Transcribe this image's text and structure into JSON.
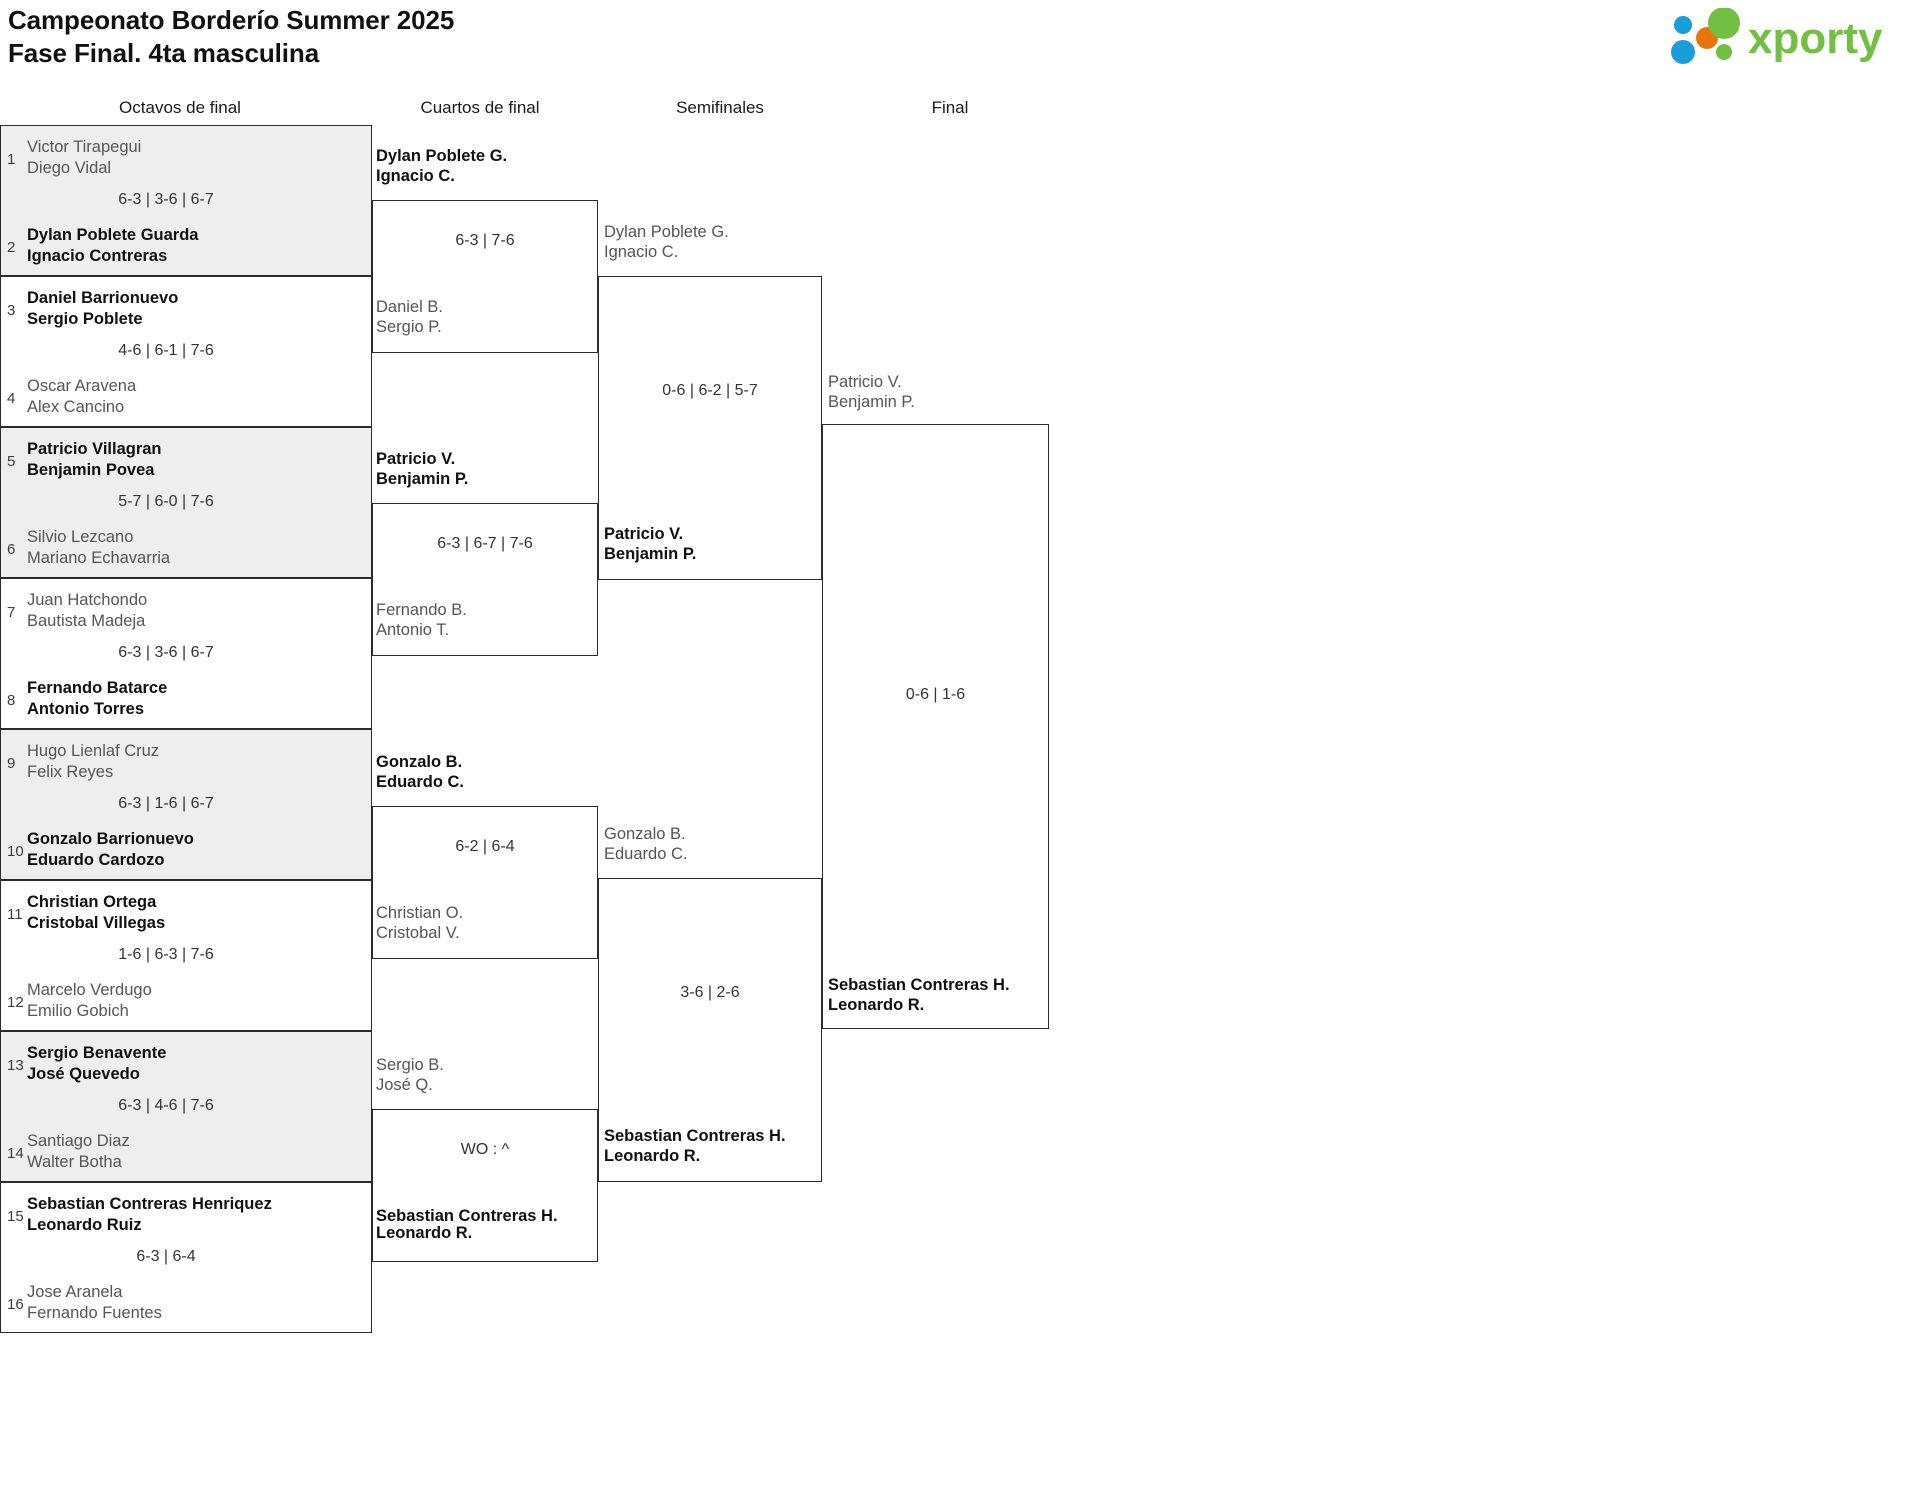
{
  "header": {
    "title_line1": "Campeonato Borderío Summer 2025",
    "title_line2": "Fase Final. 4ta masculina",
    "logo_text": "xporty",
    "logo_colors": {
      "green": "#72bf44",
      "blue": "#1b9dd9",
      "orange": "#e8740c"
    }
  },
  "rounds": [
    {
      "label": "Octavos de final"
    },
    {
      "label": "Cuartos de final"
    },
    {
      "label": "Semifinales"
    },
    {
      "label": "Final"
    }
  ],
  "round_of_16": [
    {
      "score": "6-3 | 3-6 | 6-7",
      "top": {
        "seed": "1",
        "p1": "Victor Tirapegui",
        "p2": "Diego Vidal",
        "winner": false
      },
      "bottom": {
        "seed": "2",
        "p1": "Dylan Poblete Guarda",
        "p2": "Ignacio Contreras",
        "winner": true
      }
    },
    {
      "score": "4-6 | 6-1 | 7-6",
      "top": {
        "seed": "3",
        "p1": "Daniel Barrionuevo",
        "p2": "Sergio Poblete",
        "winner": true
      },
      "bottom": {
        "seed": "4",
        "p1": "Oscar Aravena",
        "p2": "Alex Cancino",
        "winner": false
      }
    },
    {
      "score": "5-7 | 6-0 | 7-6",
      "top": {
        "seed": "5",
        "p1": "Patricio Villagran",
        "p2": "Benjamin Povea",
        "winner": true
      },
      "bottom": {
        "seed": "6",
        "p1": "Silvio Lezcano",
        "p2": "Mariano Echavarria",
        "winner": false
      }
    },
    {
      "score": "6-3 | 3-6 | 6-7",
      "top": {
        "seed": "7",
        "p1": "Juan Hatchondo",
        "p2": "Bautista Madeja",
        "winner": false
      },
      "bottom": {
        "seed": "8",
        "p1": "Fernando Batarce",
        "p2": "Antonio Torres",
        "winner": true
      }
    },
    {
      "score": "6-3 | 1-6 | 6-7",
      "top": {
        "seed": "9",
        "p1": "Hugo Lienlaf Cruz",
        "p2": "Felix Reyes",
        "winner": false
      },
      "bottom": {
        "seed": "10",
        "p1": "Gonzalo Barrionuevo",
        "p2": "Eduardo Cardozo",
        "winner": true
      }
    },
    {
      "score": "1-6 | 6-3 | 7-6",
      "top": {
        "seed": "11",
        "p1": "Christian Ortega",
        "p2": "Cristobal Villegas",
        "winner": true
      },
      "bottom": {
        "seed": "12",
        "p1": "Marcelo Verdugo",
        "p2": "Emilio Gobich",
        "winner": false
      }
    },
    {
      "score": "6-3 | 4-6 | 7-6",
      "top": {
        "seed": "13",
        "p1": "Sergio Benavente",
        "p2": "José Quevedo",
        "winner": true
      },
      "bottom": {
        "seed": "14",
        "p1": "Santiago Diaz",
        "p2": "Walter Botha",
        "winner": false
      }
    },
    {
      "score": "6-3 | 6-4",
      "top": {
        "seed": "15",
        "p1": "Sebastian Contreras Henriquez",
        "p2": "Leonardo Ruiz",
        "winner": true
      },
      "bottom": {
        "seed": "16",
        "p1": "Jose Aranela",
        "p2": "Fernando Fuentes",
        "winner": false
      }
    }
  ],
  "quarter_finals": [
    {
      "score": "6-3 | 7-6",
      "top": {
        "p1": "Dylan Poblete G.",
        "p2": "Ignacio C.",
        "winner": true
      },
      "bottom": {
        "p1": "Daniel B.",
        "p2": "Sergio P.",
        "winner": false
      }
    },
    {
      "score": "6-3 | 6-7 | 7-6",
      "top": {
        "p1": "Patricio V.",
        "p2": "Benjamin P.",
        "winner": true
      },
      "bottom": {
        "p1": "Fernando B.",
        "p2": "Antonio T.",
        "winner": false
      }
    },
    {
      "score": "6-2 | 6-4",
      "top": {
        "p1": "Gonzalo B.",
        "p2": "Eduardo C.",
        "winner": true
      },
      "bottom": {
        "p1": "Christian O.",
        "p2": "Cristobal V.",
        "winner": false
      }
    },
    {
      "score": "WO : ^",
      "top": {
        "p1": "Sergio B.",
        "p2": "José Q.",
        "winner": false
      },
      "bottom": {
        "p1": "Sebastian Contreras H.",
        "p2": "Leonardo R.",
        "winner": true
      }
    }
  ],
  "semi_finals": [
    {
      "score": "0-6 | 6-2 | 5-7",
      "top": {
        "p1": "Dylan Poblete G.",
        "p2": "Ignacio C.",
        "winner": false
      },
      "bottom": {
        "p1": "Patricio V.",
        "p2": "Benjamin P.",
        "winner": true
      }
    },
    {
      "score": "3-6 | 2-6",
      "top": {
        "p1": "Gonzalo B.",
        "p2": "Eduardo C.",
        "winner": false
      },
      "bottom": {
        "p1": "Sebastian Contreras H.",
        "p2": "Leonardo R.",
        "winner": true
      }
    }
  ],
  "final": {
    "score": "0-6 | 1-6",
    "top": {
      "p1": "Patricio V.",
      "p2": "Benjamin P.",
      "winner": false
    },
    "bottom": {
      "p1": "Sebastian Contreras H.",
      "p2": "Leonardo R.",
      "winner": true
    }
  }
}
